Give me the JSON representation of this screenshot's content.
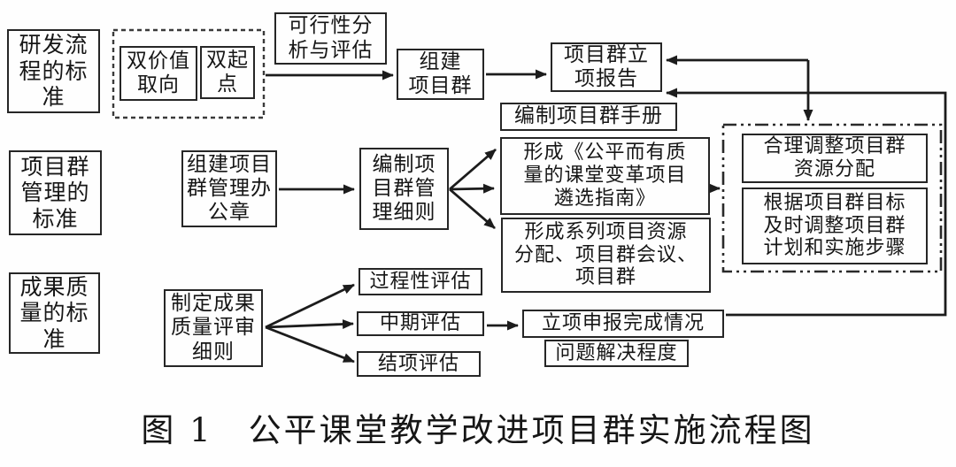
{
  "figure": {
    "caption": "图 1　公平课堂教学改进项目群实施流程图"
  },
  "colors": {
    "ink": "#1c1c1c",
    "box_border": "#262626",
    "background": "#fefefe"
  },
  "nodes": {
    "rd_standard": {
      "text": "研发流\n程的标\n准"
    },
    "dual_value": {
      "text": "双价值\n取向"
    },
    "dual_start": {
      "text": "双起\n点"
    },
    "feasibility": {
      "text": "可行性分\n析与评估"
    },
    "form_group": {
      "text": "组建\n项目群"
    },
    "approval_report": {
      "text": "项目群立\n项报告"
    },
    "handbook": {
      "text": "编制项目群手册"
    },
    "mgmt_standard": {
      "text": "项目群\n管理的\n标准"
    },
    "office": {
      "text": "组建项目\n群管理办\n公章"
    },
    "mgmt_rules": {
      "text": "编制项\n目群管\n理细则"
    },
    "guide": {
      "text": "形成《公平而有质\n量的课堂变革项目\n遴选指南》"
    },
    "series": {
      "text": "形成系列项目资源\n分配、项目群会议、\n项目群"
    },
    "adjust_resources": {
      "text": "合理调整项目群\n资源分配"
    },
    "adjust_plan": {
      "text": "根据项目群目标\n及时调整项目群\n计划和实施步骤"
    },
    "quality_standard": {
      "text": "成果质\n量的标\n准"
    },
    "quality_rules": {
      "text": "制定成果\n质量评审\n细则"
    },
    "process_eval": {
      "text": "过程性评估"
    },
    "mid_eval": {
      "text": "中期评估"
    },
    "final_eval": {
      "text": "结项评估"
    },
    "completion": {
      "text": "立项申报完成情况"
    },
    "problem": {
      "text": "问题解决程度"
    }
  }
}
